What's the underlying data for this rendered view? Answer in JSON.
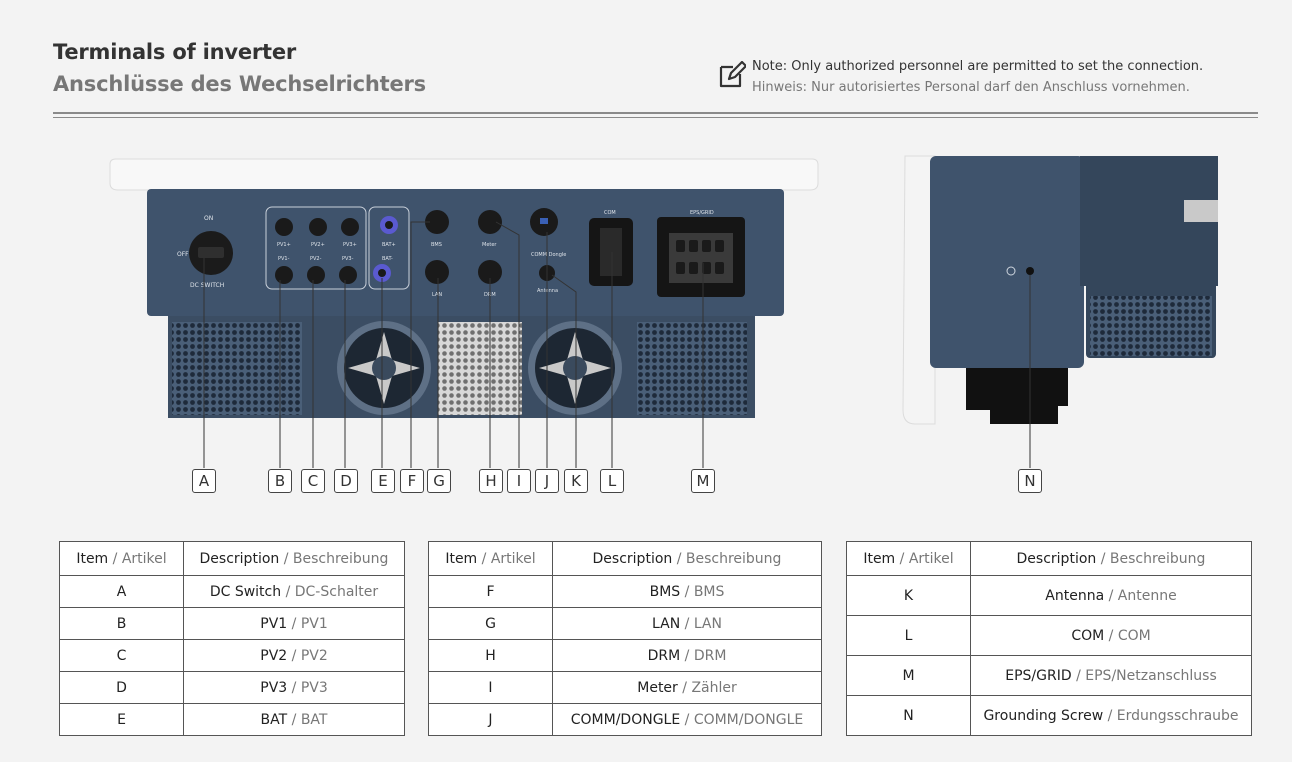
{
  "header": {
    "title_en": "Terminals of inverter",
    "title_de": "Anschlüsse des Wechselrichters"
  },
  "note": {
    "icon": "edit-note-icon",
    "text_en": "Note: Only authorized personnel are permitted to set the connection.",
    "text_de": "Hinweis: Nur autorisiertes Personal darf den Anschluss vornehmen."
  },
  "device_labels": {
    "dc_on": "ON",
    "dc_off": "OFF",
    "dc_switch": "DC SWITCH",
    "pv1_plus": "PV1+",
    "pv2_plus": "PV2+",
    "pv3_plus": "PV3+",
    "pv1_minus": "PV1-",
    "pv2_minus": "PV2-",
    "pv3_minus": "PV3-",
    "bat_plus": "BAT+",
    "bat_minus": "BAT-",
    "bms": "BMS",
    "meter": "Meter",
    "lan": "LAN",
    "drm": "DRM",
    "comm_dongle": "COMM Dongle",
    "antenna": "Antenna",
    "com": "COM",
    "eps_grid": "EPS/GRID"
  },
  "callouts": [
    "A",
    "B",
    "C",
    "D",
    "E",
    "F",
    "G",
    "H",
    "I",
    "J",
    "K",
    "L",
    "M",
    "N"
  ],
  "tables": [
    {
      "header": {
        "item_en": "Item",
        "item_de": "Artikel",
        "desc_en": "Description",
        "desc_de": "Beschreibung"
      },
      "rows": [
        {
          "item": "A",
          "en": "DC Switch",
          "de": "DC-Schalter"
        },
        {
          "item": "B",
          "en": "PV1",
          "de": "PV1"
        },
        {
          "item": "C",
          "en": "PV2",
          "de": "PV2"
        },
        {
          "item": "D",
          "en": "PV3",
          "de": "PV3"
        },
        {
          "item": "E",
          "en": "BAT",
          "de": "BAT"
        }
      ]
    },
    {
      "header": {
        "item_en": "Item",
        "item_de": "Artikel",
        "desc_en": "Description",
        "desc_de": "Beschreibung"
      },
      "rows": [
        {
          "item": "F",
          "en": "BMS",
          "de": "BMS"
        },
        {
          "item": "G",
          "en": "LAN",
          "de": "LAN"
        },
        {
          "item": "H",
          "en": "DRM",
          "de": "DRM"
        },
        {
          "item": "I",
          "en": "Meter",
          "de": "Zähler"
        },
        {
          "item": "J",
          "en": "COMM/DONGLE",
          "de": "COMM/DONGLE"
        }
      ]
    },
    {
      "header": {
        "item_en": "Item",
        "item_de": "Artikel",
        "desc_en": "Description",
        "desc_de": "Beschreibung"
      },
      "rows": [
        {
          "item": "K",
          "en": "Antenna",
          "de": "Antenne"
        },
        {
          "item": "L",
          "en": "COM",
          "de": "COM"
        },
        {
          "item": "M",
          "en": "EPS/GRID",
          "de": "EPS/Netzanschluss"
        },
        {
          "item": "N",
          "en": "Grounding Screw",
          "de": "Erdungsschraube"
        }
      ]
    }
  ],
  "colors": {
    "body": "#3f536c",
    "cover": "#f7f7f7",
    "port": "#1c1c1c",
    "battery_port": "#5a5ad0"
  }
}
